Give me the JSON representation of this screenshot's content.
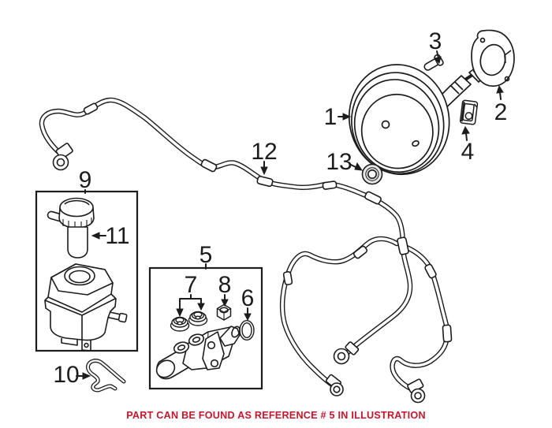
{
  "figure": {
    "callouts": [
      {
        "label": "1"
      },
      {
        "label": "2"
      },
      {
        "label": "3"
      },
      {
        "label": "4"
      },
      {
        "label": "5"
      },
      {
        "label": "6"
      },
      {
        "label": "7"
      },
      {
        "label": "8"
      },
      {
        "label": "9"
      },
      {
        "label": "10"
      },
      {
        "label": "11"
      },
      {
        "label": "12"
      },
      {
        "label": "13"
      }
    ]
  },
  "footer": {
    "note": "PART CAN BE FOUND AS REFERENCE # 5 IN ILLUSTRATION"
  },
  "colors": {
    "line": "#1c1c1c",
    "note_red": "#C5162B",
    "background": "#FFFFFF"
  }
}
